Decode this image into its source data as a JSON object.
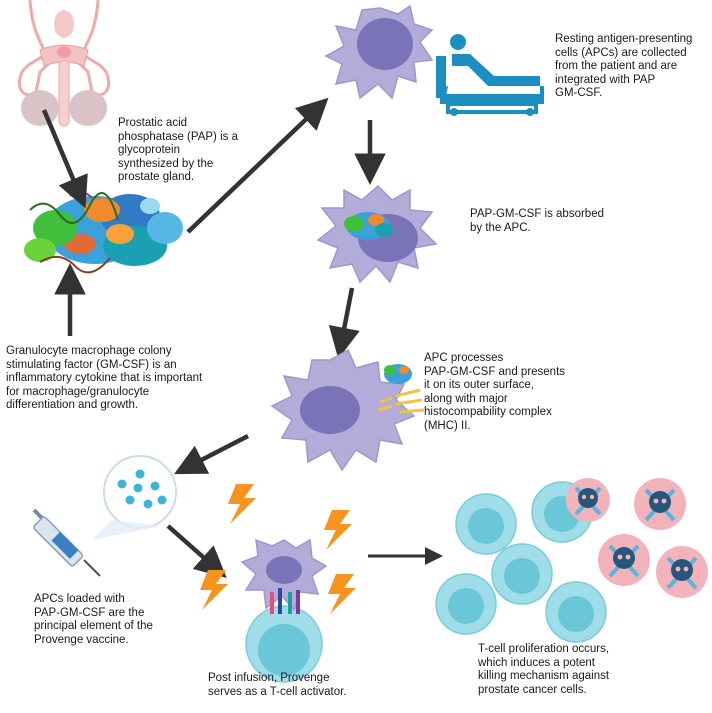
{
  "captions": {
    "pap": "Prostatic acid\nphosphatase (PAP) is a\nglycoprotein\nsynthesized by the\nprostate gland.",
    "resting": "Resting antigen-presenting\ncells (APCs) are collected\nfrom the patient and are\nintegrated with PAP\nGM-CSF.",
    "absorbed": "PAP-GM-CSF is absorbed\nby the APC.",
    "gmcsf": "Granulocyte macrophage colony\nstimulating factor (GM-CSF) is an\ninflammatory cytokine that is important\nfor macrophage/granulocyte\ndifferentiation and growth.",
    "processes": "APC processes\nPAP-GM-CSF and presents\nit on its outer surface,\nalong with major\nhistocompability complex\n(MHC) II.",
    "loaded": "APCs loaded with\nPAP-GM-CSF are the\nprincipal element of the\nProvenge vaccine.",
    "infusion": "Post infusion, Provenge\nserves as a T-cell activator.",
    "tcell": "T-cell proliferation occurs,\nwhich induces a potent\nkilling mechanism against\nprostate cancer cells."
  },
  "colors": {
    "apc_cell": "#b3acd8",
    "apc_nucleus": "#7b73b8",
    "t_cell": "#9fdde8",
    "t_cell_nucleus": "#69c7d8",
    "cancer_cell": "#f2b3ba",
    "skull": "#27567a",
    "crossbones": "#5ab4e0",
    "lightning": "#f7941d",
    "arrow": "#333333",
    "patient_icon": "#1c8fc0",
    "anatomy": "#f3c3c3"
  },
  "icons": [
    "prostate-anatomy-icon",
    "protein-structure-icon",
    "patient-bed-icon",
    "syringe-icon",
    "lightning-icon",
    "skull-icon"
  ]
}
